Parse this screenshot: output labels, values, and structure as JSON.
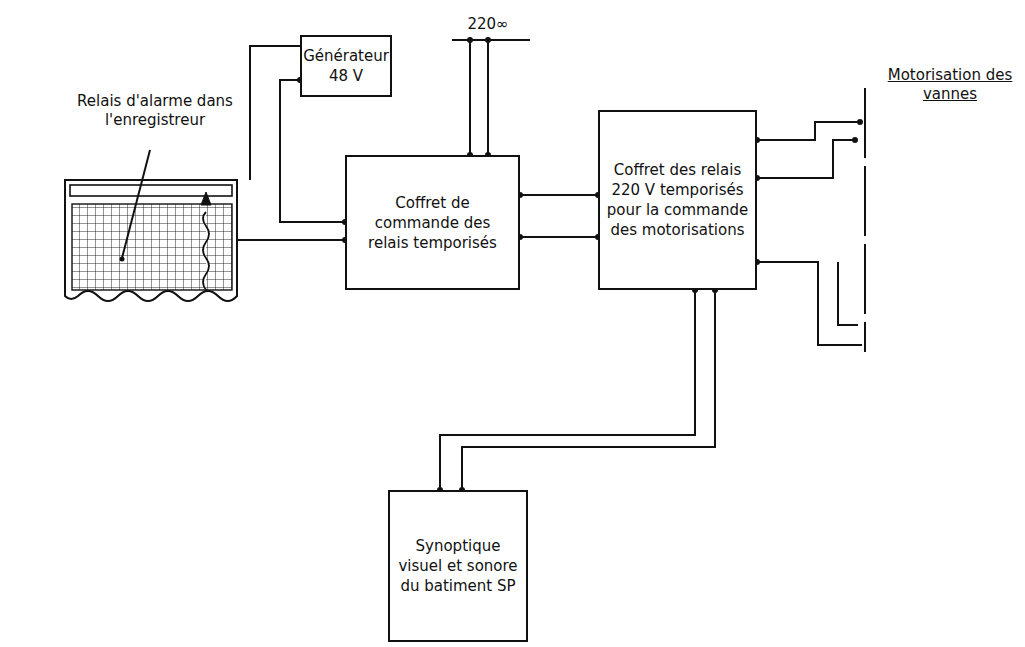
{
  "diagram": {
    "nodes": [
      {
        "text": [
          "Générateur 48 V"
        ]
      },
      {
        "text": [
          "Coffret de commande des relais temporisés"
        ]
      },
      {
        "text": [
          "Coffret des relais 220 V temporisés pour la commande des motorisations"
        ]
      },
      {
        "text": [
          "Synoptique visuel et sonore du batiment SP"
        ]
      }
    ],
    "edges": [
      {
        "from": 0,
        "to": 1,
        "arrow": "none"
      },
      {
        "from": 1,
        "to": 2,
        "arrow": "none"
      },
      {
        "from": 1,
        "to": 2,
        "arrow": "none"
      },
      {
        "from": 2,
        "to": 3,
        "arrow": "none"
      },
      {
        "from": 2,
        "to": 3,
        "arrow": "none"
      }
    ],
    "labels": [
      "Relais d'alarme dans l'enregistreur",
      "220∞",
      "Motorisation des vannes"
    ]
  }
}
